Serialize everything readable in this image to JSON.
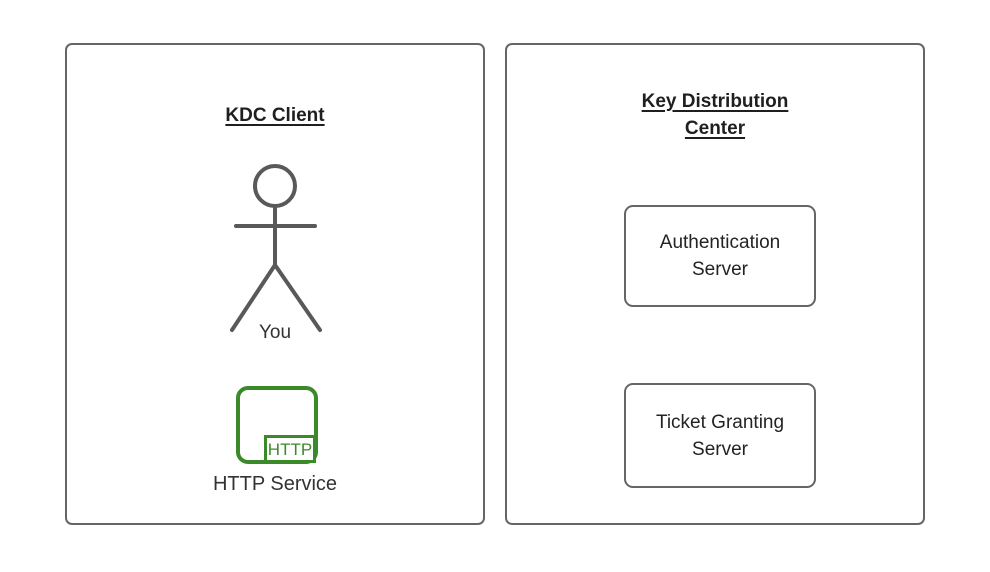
{
  "diagram": {
    "background_color": "#ffffff",
    "stroke_color": "#666666",
    "text_color": "#333333",
    "accent_green": "#3a8a29"
  },
  "panels": {
    "client": {
      "title": "KDC Client",
      "actor": {
        "icon": "stick-figure-icon",
        "label": "You"
      },
      "service": {
        "icon": "http-service-icon",
        "badge": "HTTP",
        "label": "HTTP Service"
      }
    },
    "kdc": {
      "title": "Key Distribution\nCenter",
      "boxes": [
        {
          "label": "Authentication\nServer"
        },
        {
          "label": "Ticket Granting\nServer"
        }
      ]
    }
  }
}
